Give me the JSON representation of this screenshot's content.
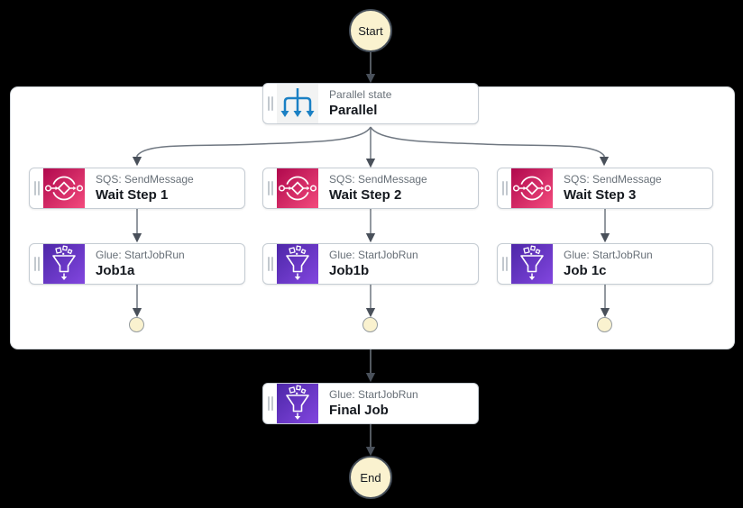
{
  "workflow": {
    "start_label": "Start",
    "end_label": "End",
    "parallel": {
      "type_label": "Parallel state",
      "name": "Parallel"
    },
    "branches": [
      {
        "sqs": {
          "type_label": "SQS: SendMessage",
          "name": "Wait Step 1"
        },
        "glue": {
          "type_label": "Glue: StartJobRun",
          "name": "Job1a"
        }
      },
      {
        "sqs": {
          "type_label": "SQS: SendMessage",
          "name": "Wait Step 2"
        },
        "glue": {
          "type_label": "Glue: StartJobRun",
          "name": "Job1b"
        }
      },
      {
        "sqs": {
          "type_label": "SQS: SendMessage",
          "name": "Wait Step 3"
        },
        "glue": {
          "type_label": "Glue: StartJobRun",
          "name": "Job 1c"
        }
      }
    ],
    "final": {
      "type_label": "Glue: StartJobRun",
      "name": "Final Job"
    }
  },
  "icons": {
    "parallel": "fork-parallel-icon",
    "sqs": "sqs-service-icon",
    "glue": "glue-service-icon",
    "drag_handle": "drag-handle-icon"
  },
  "colors": {
    "background": "#000000",
    "container": "#ffffff",
    "terminal_fill": "#faf2cf",
    "terminal_border": "#454e59",
    "sqs_gradient_start": "#b0084d",
    "sqs_gradient_end": "#f34b7d",
    "glue_gradient_start": "#4d27a8",
    "glue_gradient_end": "#8246df",
    "parallel_icon_blue": "#1a80c4",
    "edge": "#6f7781"
  }
}
